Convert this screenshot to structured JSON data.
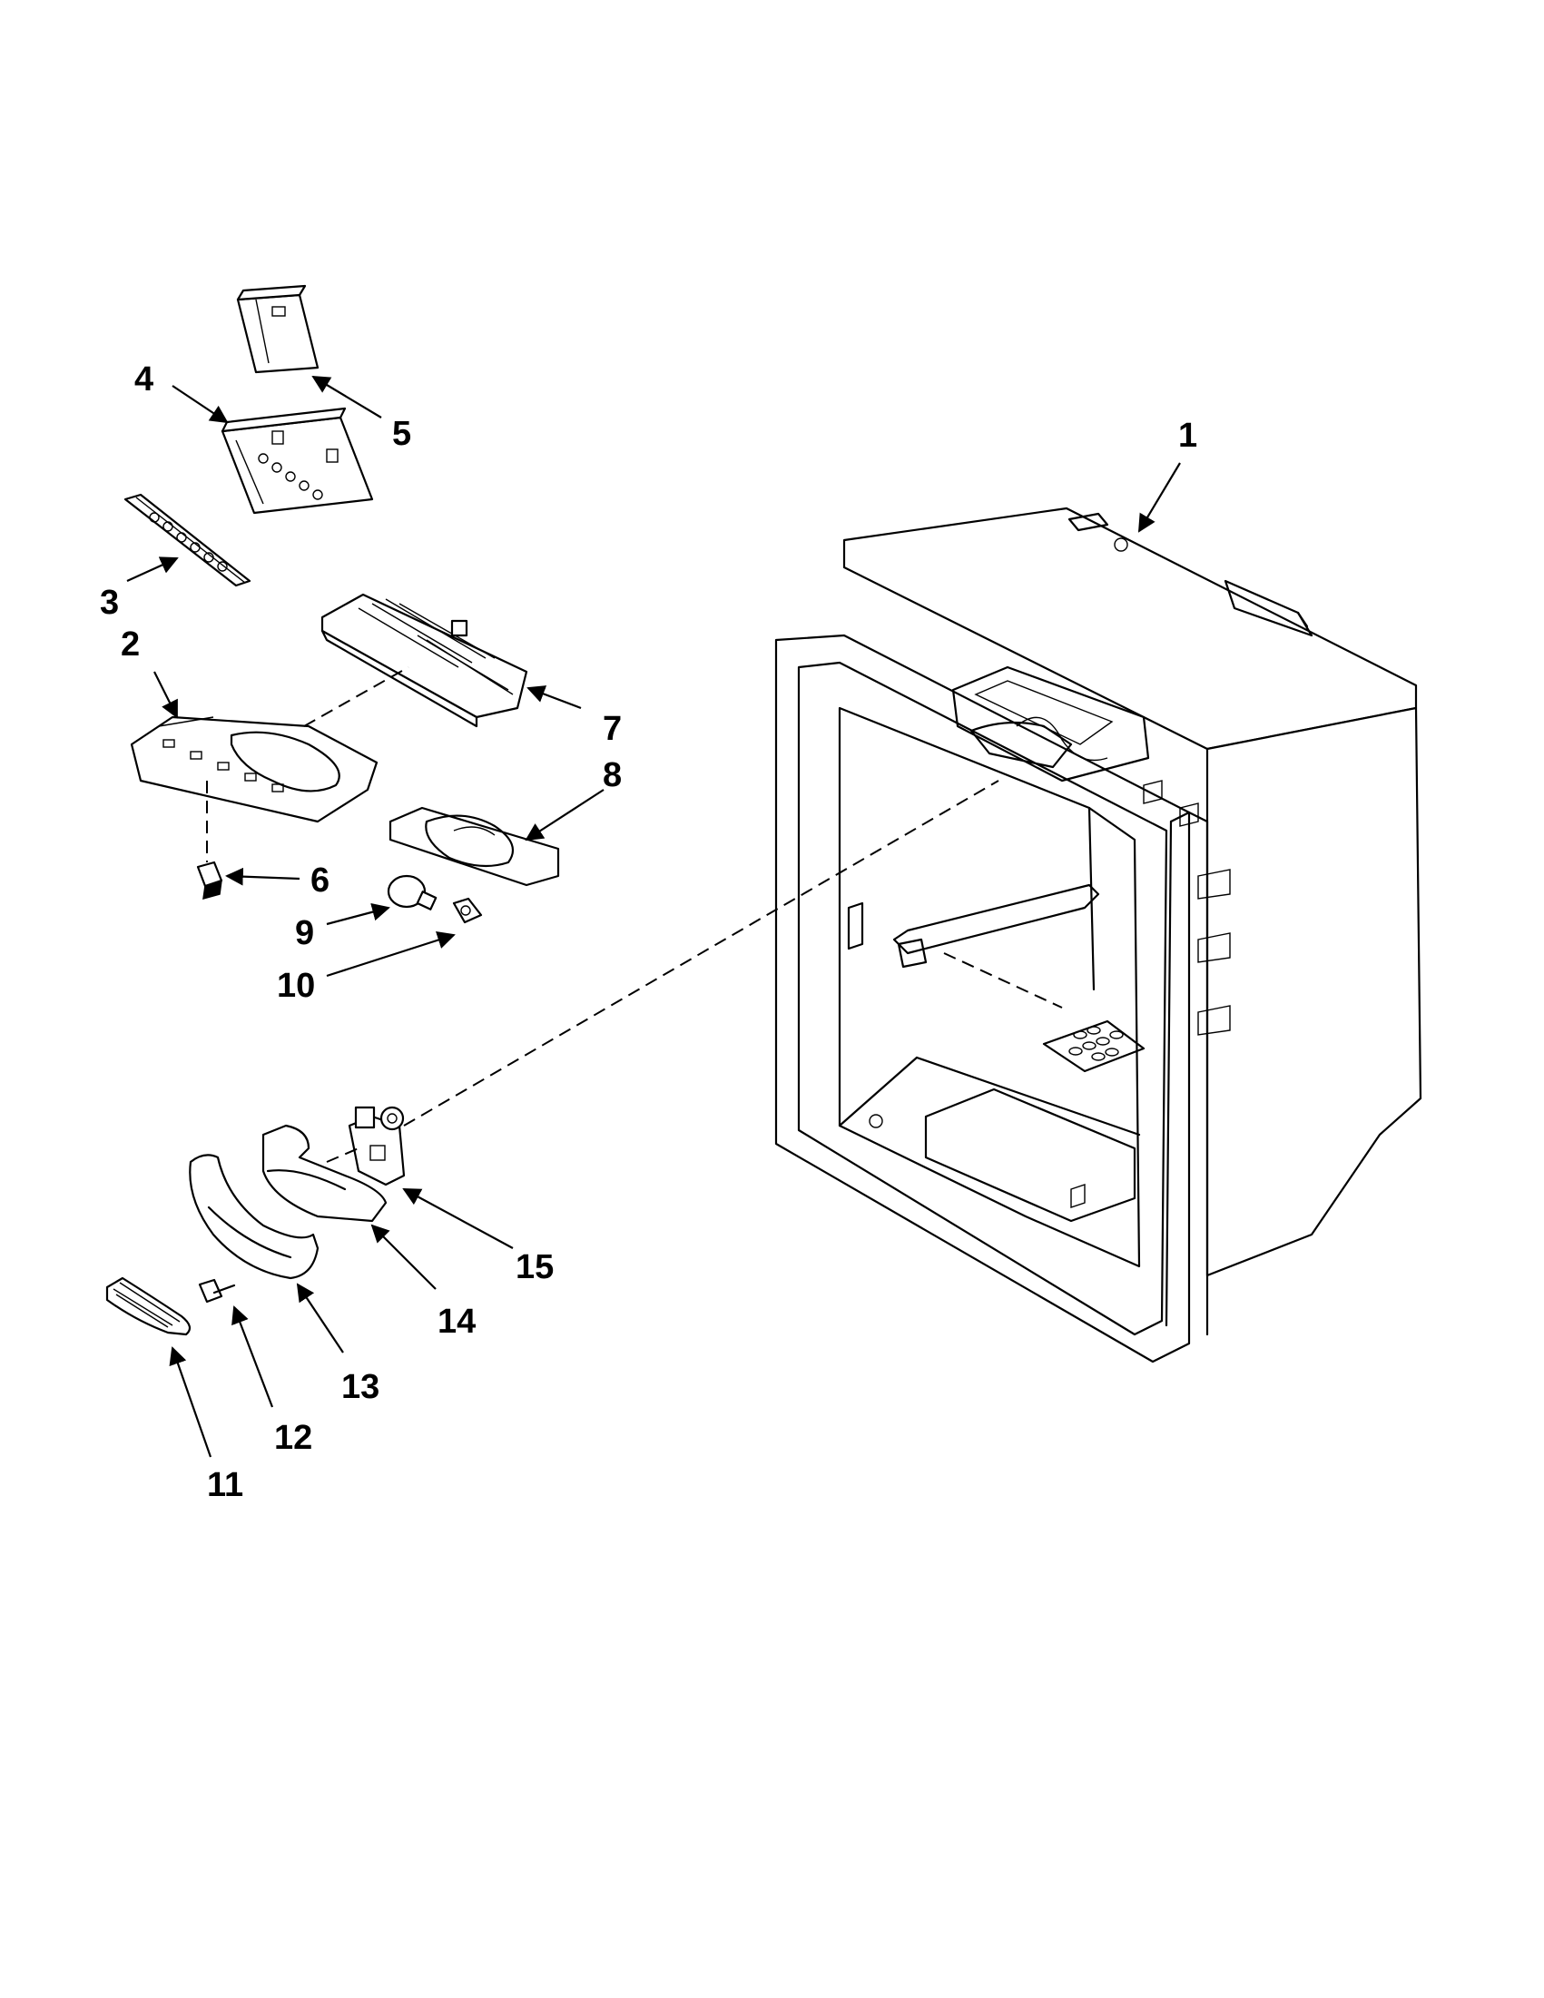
{
  "diagram": {
    "type": "exploded-parts-view",
    "callouts": [
      {
        "id": "1",
        "label": "1"
      },
      {
        "id": "2",
        "label": "2"
      },
      {
        "id": "3",
        "label": "3"
      },
      {
        "id": "4",
        "label": "4"
      },
      {
        "id": "5",
        "label": "5"
      },
      {
        "id": "6",
        "label": "6"
      },
      {
        "id": "7",
        "label": "7"
      },
      {
        "id": "8",
        "label": "8"
      },
      {
        "id": "9",
        "label": "9"
      },
      {
        "id": "10",
        "label": "10"
      },
      {
        "id": "11",
        "label": "11"
      },
      {
        "id": "12",
        "label": "12"
      },
      {
        "id": "13",
        "label": "13"
      },
      {
        "id": "14",
        "label": "14"
      },
      {
        "id": "15",
        "label": "15"
      }
    ]
  }
}
